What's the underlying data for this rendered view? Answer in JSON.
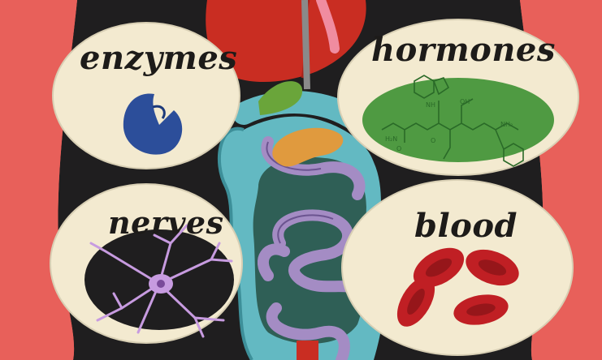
{
  "labels": {
    "enzymes": "enzymes",
    "hormones": "hormones",
    "nerves": "nerves",
    "blood": "blood"
  },
  "colors": {
    "background": "#e8605a",
    "torso": "#1f1e1f",
    "panel": "#f3ead0",
    "enzyme": "#2c4e9a",
    "hormone_blob": "#4f9a42",
    "nerve_cell": "#c79be0",
    "blood_cell": "#c01f24",
    "intestine_large": "#63b9c2",
    "intestine_small": "#a48cc4",
    "liver": "#c92d22",
    "pancreas": "#e09a3e",
    "gallbladder": "#6aa53a"
  },
  "icons": [
    "enzyme-icon",
    "hormone-molecule-icon",
    "nerve-cell-icon",
    "red-blood-cell-icon"
  ]
}
